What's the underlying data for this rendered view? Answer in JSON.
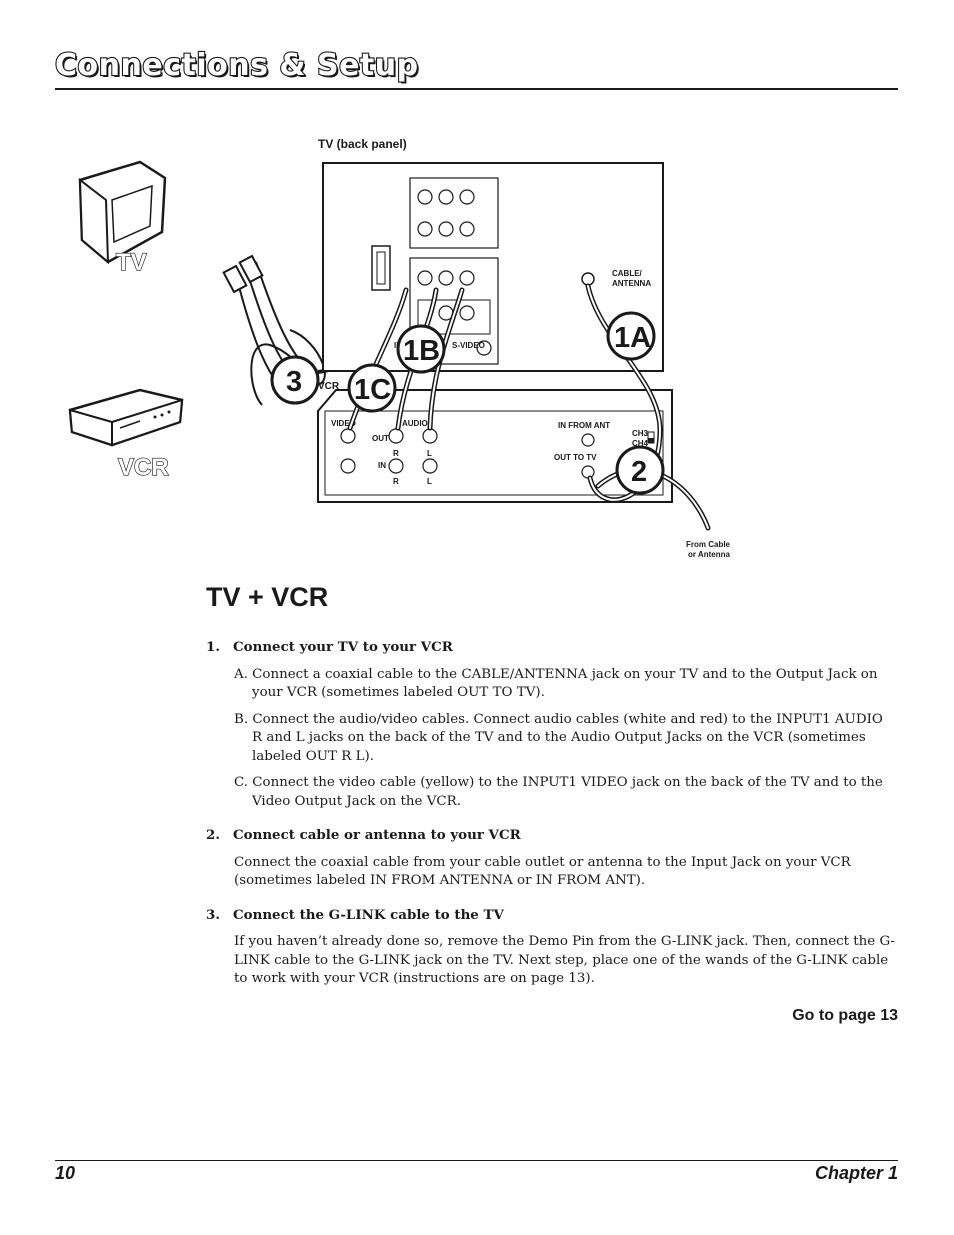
{
  "header": {
    "title": "Connections & Setup"
  },
  "diagram": {
    "tv_panel_label": "TV (back panel)",
    "tv_icon_label": "TV",
    "vcr_icon_label": "VCR",
    "cable_antenna_label_line1": "CABLE/",
    "cable_antenna_label_line2": "ANTENNA",
    "in_label": "IN",
    "svideo_label": "S-VIDEO",
    "vcr_label": "VCR",
    "vcr_video_label": "VIDEO",
    "vcr_audio_label": "AUDIO",
    "vcr_out_label": "OUT",
    "vcr_in_label": "IN",
    "r_label": "R",
    "l_label": "L",
    "in_from_ant_label": "IN FROM ANT",
    "out_to_tv_label": "OUT TO TV",
    "ch3_label": "CH3",
    "ch4_label": "CH4",
    "from_cable_line1": "From Cable",
    "from_cable_line2": "or Antenna",
    "callouts": {
      "c1a": "1A",
      "c1b": "1B",
      "c1c": "1C",
      "c2": "2",
      "c3": "3"
    }
  },
  "section": {
    "title": "TV + VCR",
    "steps": [
      {
        "num": "1.",
        "heading": "Connect your TV to your VCR",
        "subs": [
          "A. Connect a coaxial cable to the CABLE/ANTENNA jack on your TV and to the Output Jack on your VCR (sometimes labeled OUT TO TV).",
          "B. Connect the audio/video cables. Connect audio cables (white and red) to the INPUT1 AUDIO R and L jacks on the back of the TV and to the Audio Output Jacks on the VCR (sometimes labeled OUT R L).",
          "C. Connect the video cable (yellow) to the INPUT1 VIDEO jack on the back of the TV and to the Video Output Jack on the VCR."
        ]
      },
      {
        "num": "2.",
        "heading": "Connect cable or antenna to your VCR",
        "text": "Connect the coaxial cable from your cable outlet or antenna to the Input Jack on your VCR (sometimes labeled IN FROM ANTENNA or IN FROM ANT)."
      },
      {
        "num": "3.",
        "heading": "Connect the G-LINK cable to the TV",
        "text": "If you haven’t already done so, remove the Demo Pin from the G-LINK jack. Then, connect the G-LINK cable to the G-LINK jack on the TV. Next step, place one of the wands of the G-LINK cable to work with your VCR (instructions are on page 13)."
      }
    ],
    "goto": "Go to page 13"
  },
  "footer": {
    "page_number": "10",
    "chapter": "Chapter 1"
  }
}
